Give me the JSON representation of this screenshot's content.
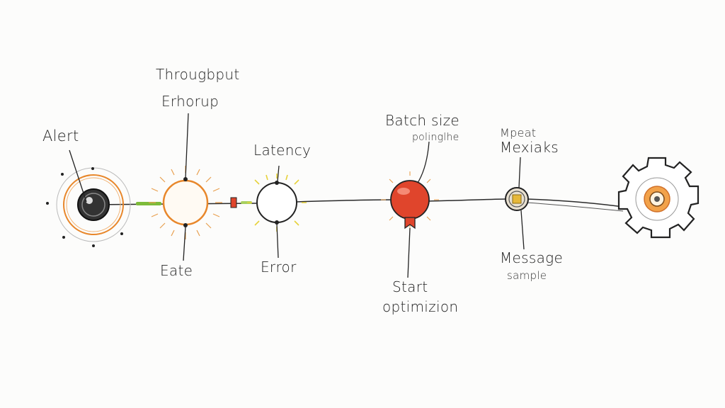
{
  "labels": {
    "alert": "Alert",
    "throughput": "Througbput",
    "erhorup": "Erhorup",
    "eate": "Eate",
    "latency": "Latency",
    "error": "Error",
    "batch_size": "Batch size",
    "polinglhe": "polinglhe",
    "start": "Start",
    "optimization": "optimizion",
    "mpeat": "Mpeat",
    "mexiaks": "Mexiaks",
    "message": "Message",
    "sample": "sample"
  },
  "colors": {
    "ink": "#2a2a2a",
    "orange": "#e8872b",
    "red": "#e0452c",
    "green": "#7dbb3a",
    "yellow": "#e6d23a"
  }
}
